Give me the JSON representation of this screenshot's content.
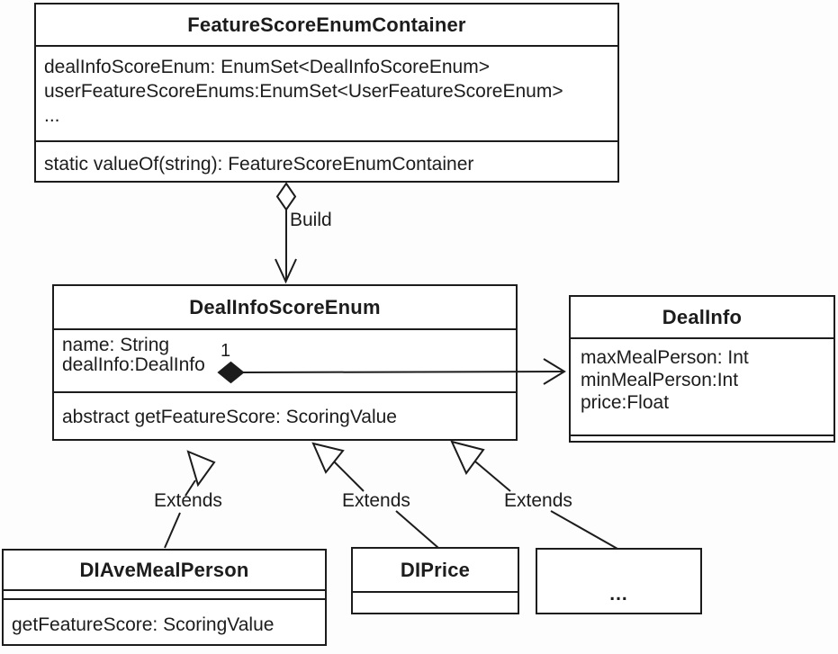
{
  "diagram": {
    "kind": "uml-class-diagram"
  },
  "classes": {
    "feature_score_enum_container": {
      "title": "FeatureScoreEnumContainer",
      "attributes": [
        "dealInfoScoreEnum: EnumSet<DealInfoScoreEnum>",
        "userFeatureScoreEnums:EnumSet<UserFeatureScoreEnum>",
        "..."
      ],
      "methods": [
        "static valueOf(string): FeatureScoreEnumContainer"
      ]
    },
    "deal_info_score_enum": {
      "title": "DealInfoScoreEnum",
      "attributes": [
        "name: String",
        "dealInfo:DealInfo"
      ],
      "methods": [
        "abstract getFeatureScore: ScoringValue"
      ]
    },
    "deal_info": {
      "title": "DealInfo",
      "attributes": [
        "maxMealPerson: Int",
        "minMealPerson:Int",
        "price:Float"
      ],
      "methods": []
    },
    "di_ave_meal_person": {
      "title": "DIAveMealPerson",
      "attributes": [],
      "methods": [
        "getFeatureScore: ScoringValue"
      ]
    },
    "di_price": {
      "title": "DIPrice",
      "attributes": [],
      "methods": []
    },
    "di_other": {
      "title": "...",
      "attributes": [],
      "methods": []
    }
  },
  "labels": {
    "build": "Build",
    "multiplicity_one": "1",
    "extends_left": "Extends",
    "extends_middle": "Extends",
    "extends_right": "Extends"
  },
  "relationships": [
    {
      "type": "aggregation-directed",
      "from": "FeatureScoreEnumContainer",
      "to": "DealInfoScoreEnum",
      "label": "Build"
    },
    {
      "type": "composition",
      "from": "DealInfoScoreEnum",
      "to": "DealInfo",
      "multiplicity": "1"
    },
    {
      "type": "generalization",
      "from": "DIAveMealPerson",
      "to": "DealInfoScoreEnum",
      "label": "Extends"
    },
    {
      "type": "generalization",
      "from": "DIPrice",
      "to": "DealInfoScoreEnum",
      "label": "Extends"
    },
    {
      "type": "generalization",
      "from": "...",
      "to": "DealInfoScoreEnum",
      "label": "Extends"
    }
  ],
  "colors": {
    "line": "#1c1c1c",
    "background": "#ffffff"
  }
}
